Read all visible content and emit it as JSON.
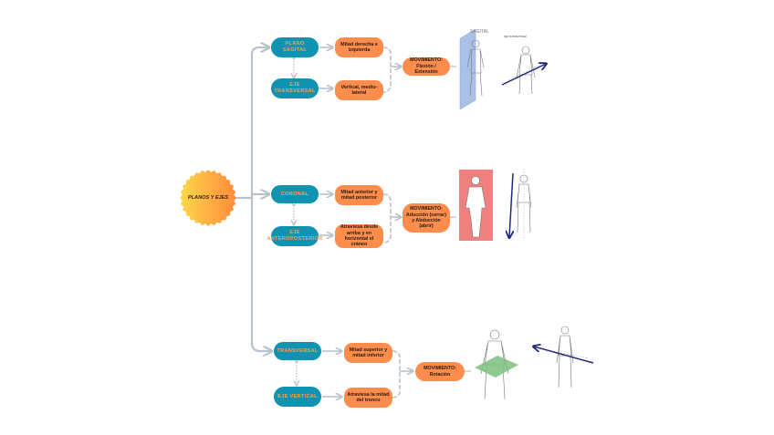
{
  "title": "PLANOS Y EJES",
  "colors": {
    "plane_node": "#0f93b0",
    "plane_text": "#f4a15c",
    "description_node": "#fc8d4c",
    "movement_node": "#fc8d4c",
    "connector": "#b8c2cc",
    "burst_start": "#ffd84a",
    "burst_end": "#ff8a3c",
    "sagittal_plane_fill": "#a9c1e6",
    "coronal_plane_fill": "#f08080",
    "transverse_plane_fill": "#7bbf7b",
    "axis_arrow": "#1d2a7a"
  },
  "groups": [
    {
      "plane": "PLANO SAGITAL",
      "plane_description": "Mitad derecha e izquierda",
      "axis": "EJE TRANSVERSAL",
      "axis_description": "Vertical, medio-lateral",
      "movement": "MOVIMIENTO: Flexión / Extensión",
      "figure_labels": [
        "SAGITAL",
        "eje transversal"
      ]
    },
    {
      "plane": "CORONAL",
      "plane_description": "Mitad anterior y mitad posterior",
      "axis": "EJE ANTEROPOSTERIOR",
      "axis_description": "Atraviesa desde arriba y en horizontal el cráneo",
      "movement": "MOVIMIENTO: Aducción (cerrar) y Abducción (abrir)",
      "figure_labels": []
    },
    {
      "plane": "TRANSVERSAL",
      "plane_description": "Mitad superior y mitad inferior",
      "axis": "EJE VERTICAL",
      "axis_description": "Atraviesa la mitad del tronco",
      "movement": "MOVIMIENTO: Rotación",
      "figure_labels": []
    }
  ]
}
